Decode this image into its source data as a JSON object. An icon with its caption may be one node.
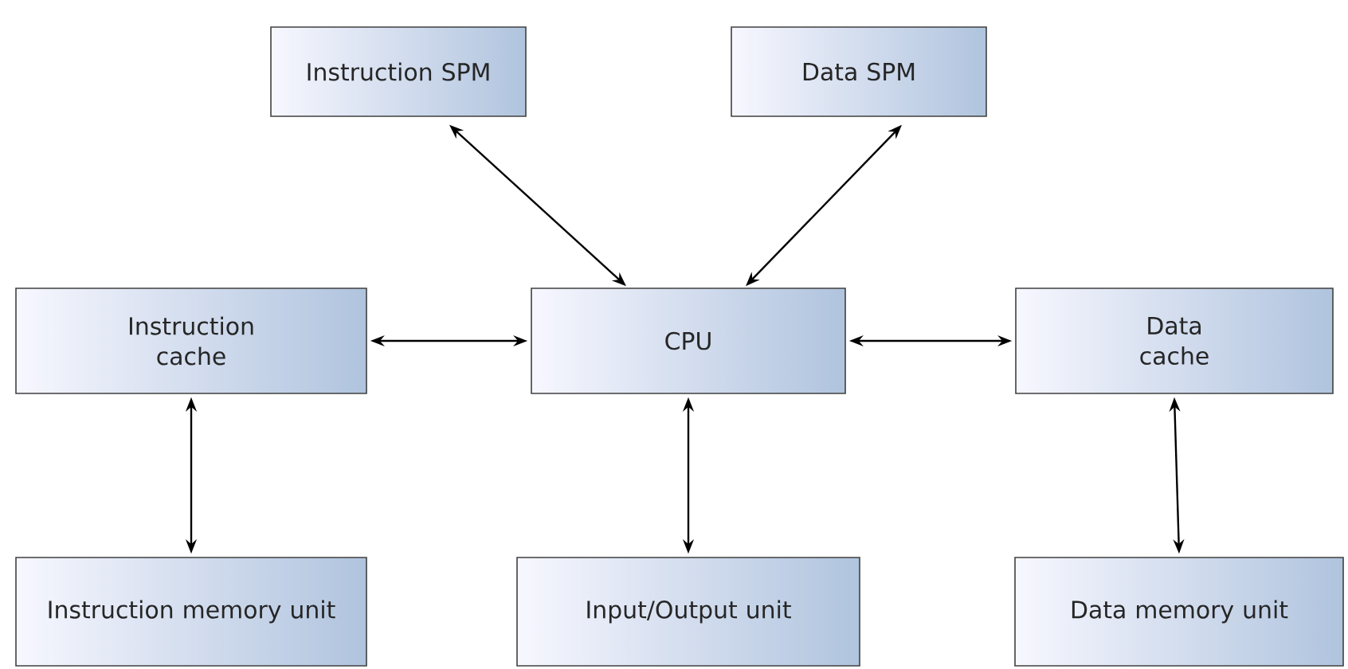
{
  "diagram": {
    "nodes": [
      {
        "text": [
          "Instruction SPM"
        ]
      },
      {
        "text": [
          "Data SPM"
        ]
      },
      {
        "text": [
          "Instruction cache"
        ]
      },
      {
        "text": [
          "CPU"
        ]
      },
      {
        "text": [
          "Data cache"
        ]
      },
      {
        "text": [
          "Instruction memory unit"
        ]
      },
      {
        "text": [
          "Input/Output unit"
        ]
      },
      {
        "text": [
          "Data memory unit"
        ]
      }
    ],
    "edges": [
      {
        "from": 0,
        "to": 3,
        "arrow": "both"
      },
      {
        "from": 1,
        "to": 3,
        "arrow": "both"
      },
      {
        "from": 2,
        "to": 3,
        "arrow": "both"
      },
      {
        "from": 3,
        "to": 4,
        "arrow": "both"
      },
      {
        "from": 2,
        "to": 5,
        "arrow": "both"
      },
      {
        "from": 3,
        "to": 6,
        "arrow": "both"
      },
      {
        "from": 4,
        "to": 7,
        "arrow": "both"
      }
    ]
  }
}
